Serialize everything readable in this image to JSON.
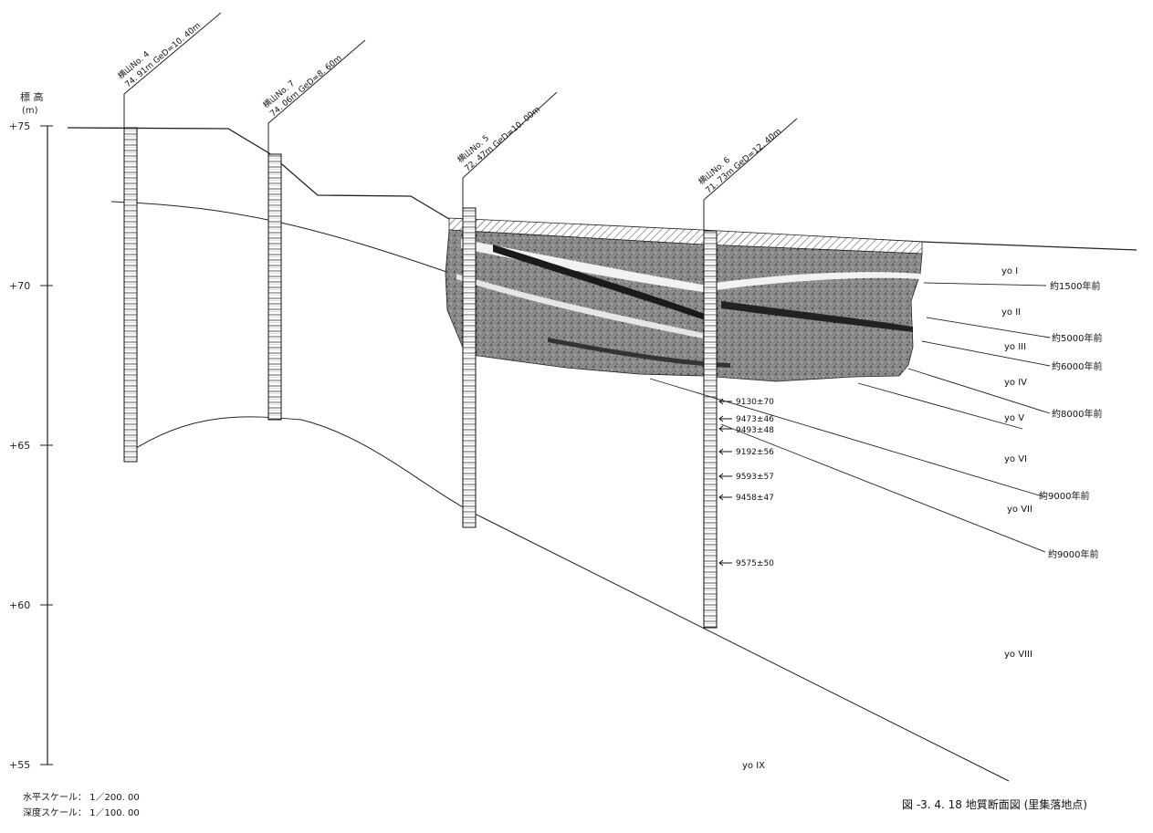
{
  "axis": {
    "title": "標 高",
    "unit": "(m)",
    "ticks": [
      "+75",
      "+70",
      "+65",
      "+60",
      "+55"
    ]
  },
  "boreholes": [
    {
      "id": "no4",
      "name": "横山No. 4",
      "info": "74. 91m GeD=10. 40m"
    },
    {
      "id": "no7",
      "name": "横山No. 7",
      "info": "74. 06m GeD=8. 60m"
    },
    {
      "id": "no5",
      "name": "横山No. 5",
      "info": "72. 47m GeD=10. 00m"
    },
    {
      "id": "no6",
      "name": "横山No. 6",
      "info": "71. 73m GeD=12. 40m"
    }
  ],
  "units": [
    "yo I",
    "yo II",
    "yo III",
    "yo IV",
    "yo V",
    "yo VI",
    "yo VII",
    "yo VIII",
    "yo IX"
  ],
  "ages": [
    "約1500年前",
    "約5000年前",
    "約6000年前",
    "約8000年前",
    "約9000年前",
    "約9000年前"
  ],
  "datings": [
    "9130±70",
    "9473±46",
    "9493±48",
    "9192±56",
    "9593±57",
    "9458±47",
    "9575±50"
  ],
  "scale": {
    "horizontal": "水平スケール： 1／200. 00",
    "vertical": "深度スケール： 1／100. 00"
  },
  "caption": "図 -3. 4. 18 地質断面図 (里集落地点)"
}
